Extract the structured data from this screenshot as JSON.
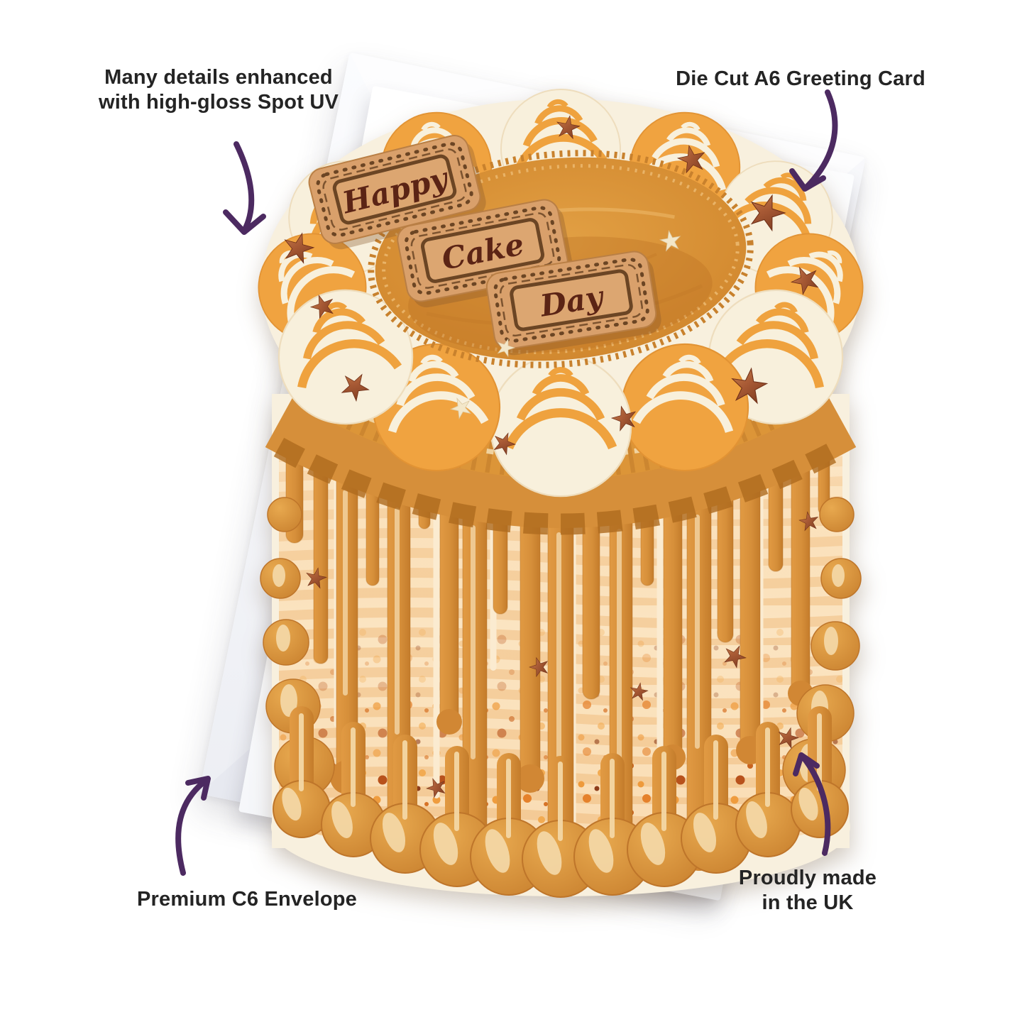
{
  "page": {
    "background_color": "#ffffff"
  },
  "labels": {
    "top_left": "Many details enhanced\nwith high-gloss Spot UV",
    "top_right": "Die Cut A6 Greeting Card",
    "bottom_left": "Premium C6 Envelope",
    "bottom_right": "Proudly made\nin the UK"
  },
  "card": {
    "biscuits": [
      "Happy",
      "Cake",
      "Day"
    ]
  },
  "colors": {
    "label_text": "#242424",
    "arrow_purple": "#4C2A61",
    "envelope_white": "#F4F5F8",
    "card_white": "#FFFFFF",
    "die_cut_cream": "#F8F0DE",
    "body_cream": "#FBE4C1",
    "body_stripe": "#F4CB98",
    "caramel": "#D68F3A",
    "caramel_dark": "#B4701F",
    "caramel_highlight": "#F2D2A0",
    "swirl_cream": "#F8F0DC",
    "swirl_orange": "#F0A340",
    "biscuit_base": "#D9A06B",
    "biscuit_border": "#6B4524",
    "lettering_brown": "#5B2415",
    "star_copper": "#A85A35",
    "star_cream": "#F3E7C9",
    "sprinkle_orange": "#EF9C3E",
    "sprinkle_rust": "#B8521C"
  }
}
